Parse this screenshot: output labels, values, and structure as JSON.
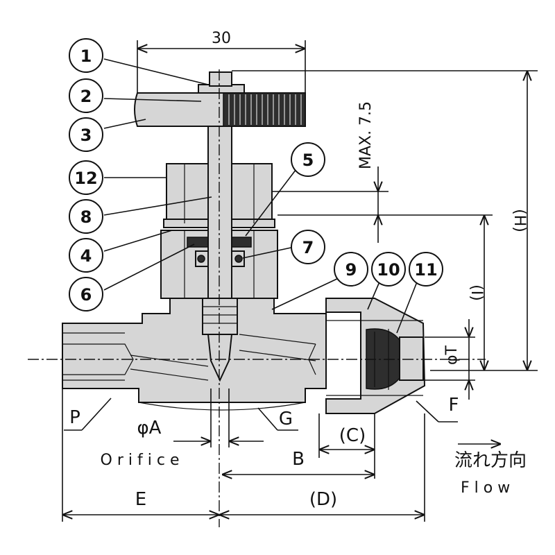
{
  "drawing": {
    "top_dimension": "30",
    "max_stroke": "MAX. 7.5",
    "height_h": "(H)",
    "height_i": "(I)",
    "phi_t": "φT",
    "label_p": "P",
    "label_g": "G",
    "label_f": "F",
    "phi_a": "φA",
    "orifice": "Orifice",
    "dim_c": "(C)",
    "dim_b": "B",
    "dim_e": "E",
    "dim_d": "(D)",
    "flow_jp": "流れ方向",
    "flow_en": "Flow"
  },
  "part_numbers": [
    "1",
    "2",
    "3",
    "12",
    "8",
    "4",
    "6",
    "5",
    "7",
    "9",
    "10",
    "11"
  ]
}
